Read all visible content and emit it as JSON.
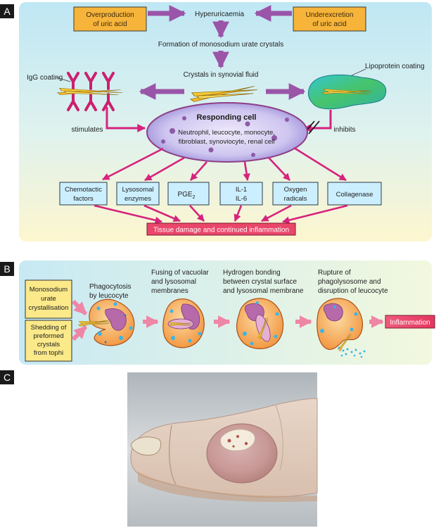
{
  "colors": {
    "panel_a_top": "#bfe7f4",
    "panel_a_bottom": "#fdf6cf",
    "panel_b_left": "#c7e9f4",
    "panel_b_right": "#f2f8de",
    "purple_arrow": "#9a55a8",
    "magenta_arrow": "#d6237d",
    "pink_arrow": "#ee86a6",
    "box_orange": "#f6b43a",
    "box_yellow": "#fbe98a",
    "box_cyan": "#ccefff",
    "box_red": "#e9466a",
    "cell_fill": "#f7a24e",
    "nucleus": "#b66aaa",
    "crystal": "#f5c833"
  },
  "panel_a": {
    "label": "A",
    "overproduction": [
      "Overproduction",
      "of uric acid"
    ],
    "underexcretion": [
      "Underexcretion",
      "of uric acid"
    ],
    "hyperuricaemia": "Hyperuricaemia",
    "formation": "Formation of monosodium urate crystals",
    "crystals_synovial": "Crystals in synovial fluid",
    "igg": "IgG coating",
    "lipoprotein": "Lipoprotein coating",
    "stimulates": "stimulates",
    "inhibits": "inhibits",
    "responding_title": "Responding cell",
    "responding_lines": [
      "Neutrophil, leucocyte, monocyte,",
      "fibroblast, synoviocyte, renal cell"
    ],
    "mediators": [
      {
        "lines": [
          "Chemotactic",
          "factors"
        ]
      },
      {
        "lines": [
          "Lysosomal",
          "enzymes"
        ]
      },
      {
        "lines": [
          "PGE"
        ],
        "sub": "2"
      },
      {
        "lines": [
          "IL-1",
          "IL-6"
        ]
      },
      {
        "lines": [
          "Oxygen",
          "radicals"
        ]
      },
      {
        "lines": [
          "Collagenase"
        ]
      }
    ],
    "tissue_damage": "Tissue damage and continued inflammation"
  },
  "panel_b": {
    "label": "B",
    "input_1": [
      "Monosodium",
      "urate",
      "crystallisation"
    ],
    "input_2": [
      "Shedding of",
      "preformed",
      "crystals",
      "from tophi"
    ],
    "steps": [
      {
        "lines": [
          "Phagocytosis",
          "by leucocyte"
        ]
      },
      {
        "lines": [
          "Fusing of vacuolar",
          "and lysosomal",
          "membranes"
        ]
      },
      {
        "lines": [
          "Hydrogen bonding",
          "between crystal surface",
          "and lysosomal membrane"
        ]
      },
      {
        "lines": [
          "Rupture of",
          "phagolysosome and",
          "disruption of leucocyte"
        ]
      }
    ],
    "inflammation": "Inflammation"
  },
  "panel_c": {
    "label": "C",
    "photo_subject": "gouty-tophus-on-toe-photo"
  }
}
